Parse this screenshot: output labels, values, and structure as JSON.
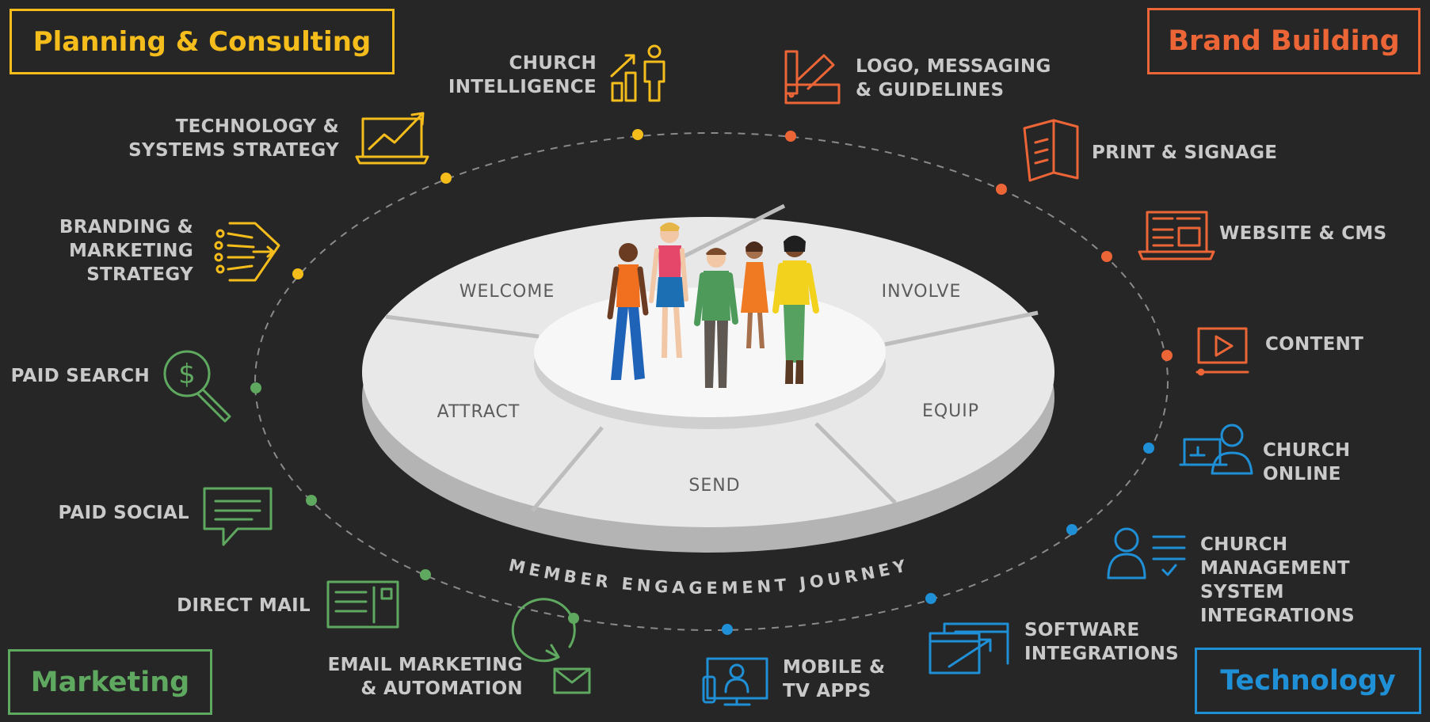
{
  "categories": {
    "planning": {
      "label": "Planning & Consulting",
      "color": "#f4bd1c"
    },
    "brand": {
      "label": "Brand Building",
      "color": "#ec6537"
    },
    "marketing": {
      "label": "Marketing",
      "color": "#5fa860"
    },
    "technology": {
      "label": "Technology",
      "color": "#1f8fd6"
    }
  },
  "services": {
    "church_intelligence": "CHURCH\nINTELLIGENCE",
    "technology_systems": "TECHNOLOGY &\nSYSTEMS STRATEGY",
    "branding_marketing": "BRANDING &\nMARKETING\nSTRATEGY",
    "paid_search": "PAID SEARCH",
    "paid_social": "PAID SOCIAL",
    "direct_mail": "DIRECT MAIL",
    "email_marketing": "EMAIL MARKETING\n& AUTOMATION",
    "mobile_tv": "MOBILE &\nTV APPS",
    "software_integrations": "SOFTWARE\nINTEGRATIONS",
    "church_management": "CHURCH MANAGEMENT\nSYSTEM INTEGRATIONS",
    "church_online": "CHURCH ONLINE",
    "content": "CONTENT",
    "website_cms": "WEBSITE & CMS",
    "print_signage": "PRINT & SIGNAGE",
    "logo_messaging": "LOGO, MESSAGING\n& GUIDELINES"
  },
  "journey": {
    "welcome": "WELCOME",
    "involve": "INVOLVE",
    "attract": "ATTRACT",
    "equip": "EQUIP",
    "send": "SEND",
    "arc_label": "MEMBER ENGAGEMENT JOURNEY"
  },
  "icons": {
    "church_intelligence": "bar-chart-person-icon",
    "technology_systems": "laptop-growth-icon",
    "branding_marketing": "funnel-arrows-icon",
    "paid_search": "dollar-magnifier-icon",
    "paid_social": "chat-bubble-icon",
    "direct_mail": "postcard-icon",
    "email_marketing": "email-refresh-icon",
    "mobile_tv": "tv-remote-icon",
    "software_integrations": "windows-arrow-icon",
    "church_management": "person-checklist-icon",
    "church_online": "laptop-person-icon",
    "content": "video-play-icon",
    "website_cms": "website-laptop-icon",
    "print_signage": "brochure-icon",
    "logo_messaging": "swatch-icon"
  }
}
